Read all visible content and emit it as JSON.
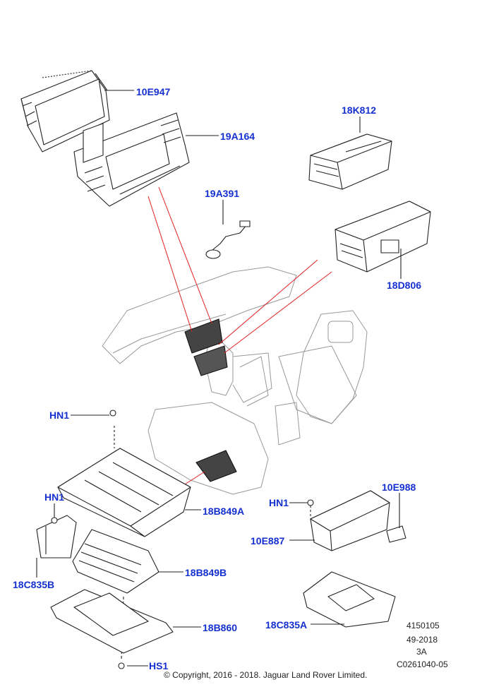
{
  "labels": {
    "10E947": "10E947",
    "19A164": "19A164",
    "18K812": "18K812",
    "19A391": "19A391",
    "18D806": "18D806",
    "HN1_a": "HN1",
    "HN1_b": "HN1",
    "HN1_c": "HN1",
    "18B849A": "18B849A",
    "18B849B": "18B849B",
    "18C835B": "18C835B",
    "18B860": "18B860",
    "HS1": "HS1",
    "10E988": "10E988",
    "10E887": "10E887",
    "18C835A": "18C835A"
  },
  "reference": {
    "line1": "4150105",
    "line2": "49-2018",
    "line3": "3A",
    "line4": "C0261040-05"
  },
  "copyright": "© Copyright, 2016 - 2018. Jaguar Land Rover Limited.",
  "colors": {
    "label": "#1530d0",
    "leader_red": "#e02020",
    "line": "#222222"
  }
}
